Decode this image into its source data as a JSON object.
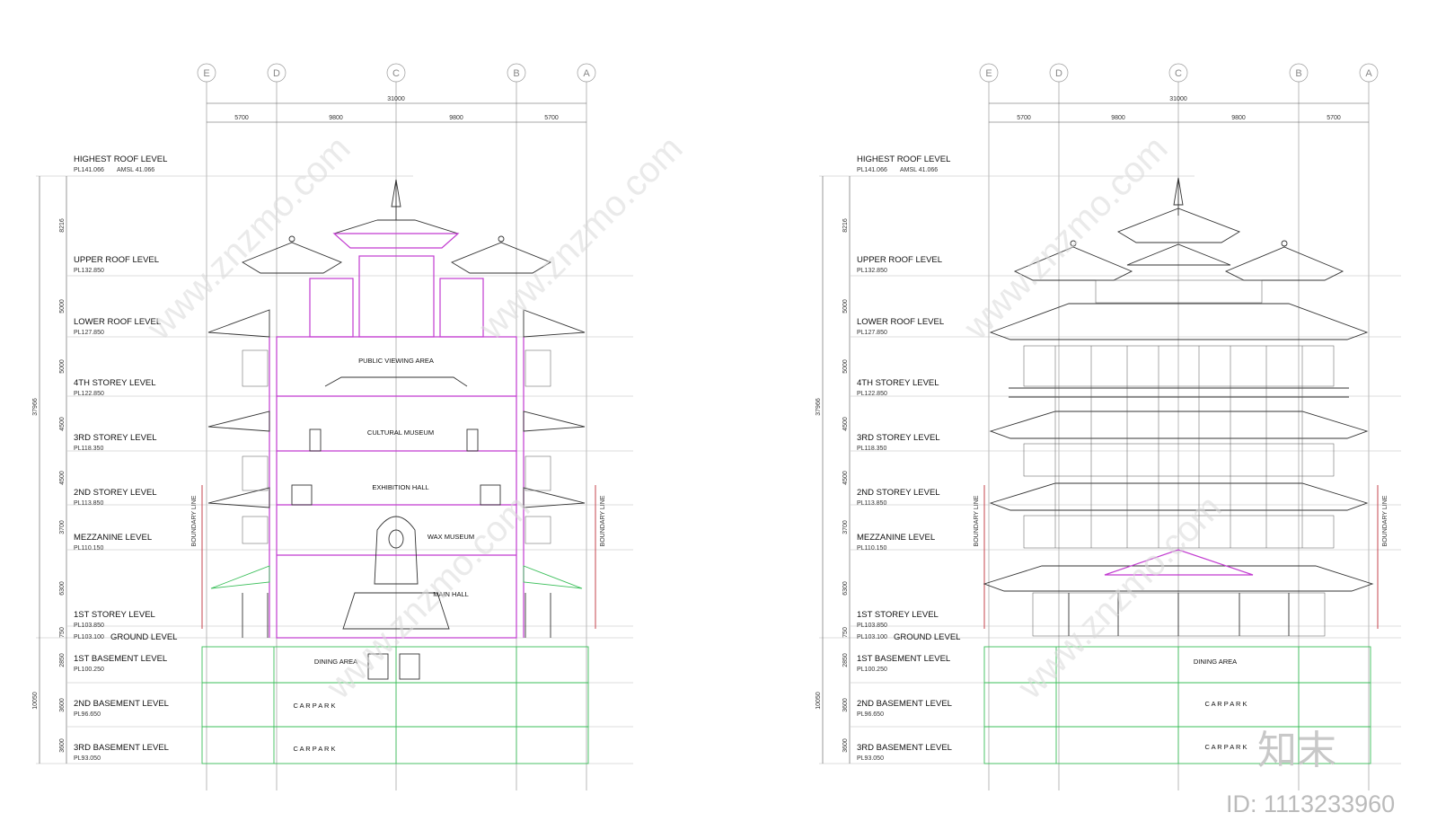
{
  "grid_labels": [
    "E",
    "D",
    "C",
    "B",
    "A"
  ],
  "dims": {
    "overall": "31000",
    "bays": [
      "5700",
      "9800",
      "9800",
      "5700"
    ]
  },
  "levels": [
    {
      "name": "HIGHEST ROOF LEVEL",
      "pl": "PL141.066",
      "amsl": "AMSL  41.066"
    },
    {
      "name": "UPPER ROOF LEVEL",
      "pl": "PL132.850"
    },
    {
      "name": "LOWER ROOF LEVEL",
      "pl": "PL127.850"
    },
    {
      "name": "4TH STOREY LEVEL",
      "pl": "PL122.850"
    },
    {
      "name": "3RD STOREY LEVEL",
      "pl": "PL118.350"
    },
    {
      "name": "2ND STOREY LEVEL",
      "pl": "PL113.850"
    },
    {
      "name": "MEZZANINE LEVEL",
      "pl": "PL110.150"
    },
    {
      "name": "1ST STOREY LEVEL",
      "pl": "PL103.850"
    },
    {
      "name": "GROUND LEVEL",
      "pl": "PL103.100"
    },
    {
      "name": "1ST BASEMENT LEVEL",
      "pl": "PL100.250"
    },
    {
      "name": "2ND BASEMENT LEVEL",
      "pl": "PL96.650"
    },
    {
      "name": "3RD BASEMENT LEVEL",
      "pl": "PL93.050"
    }
  ],
  "vertical_dims": [
    "8216",
    "5000",
    "5000",
    "4500",
    "4500",
    "3700",
    "6300",
    "750",
    "2850",
    "3600",
    "3600"
  ],
  "total_height": "37966",
  "basement_total": "10050",
  "boundary_line": "BOUNDARY LINE",
  "section_rooms": [
    "PUBLIC VIEWING AREA",
    "CULTURAL MUSEUM",
    "EXHIBITION HALL",
    "WAX MUSEUM",
    "MAIN HALL",
    "DINING    AREA",
    "C A R P A R K",
    "C A R P A R K"
  ],
  "elevation_rooms": [
    "DINING    AREA",
    "C A R P A R K",
    "C A R P A R K"
  ],
  "watermark": "www.znzmo.com",
  "logo_text": "知末",
  "id_text": "ID: 1113233960"
}
